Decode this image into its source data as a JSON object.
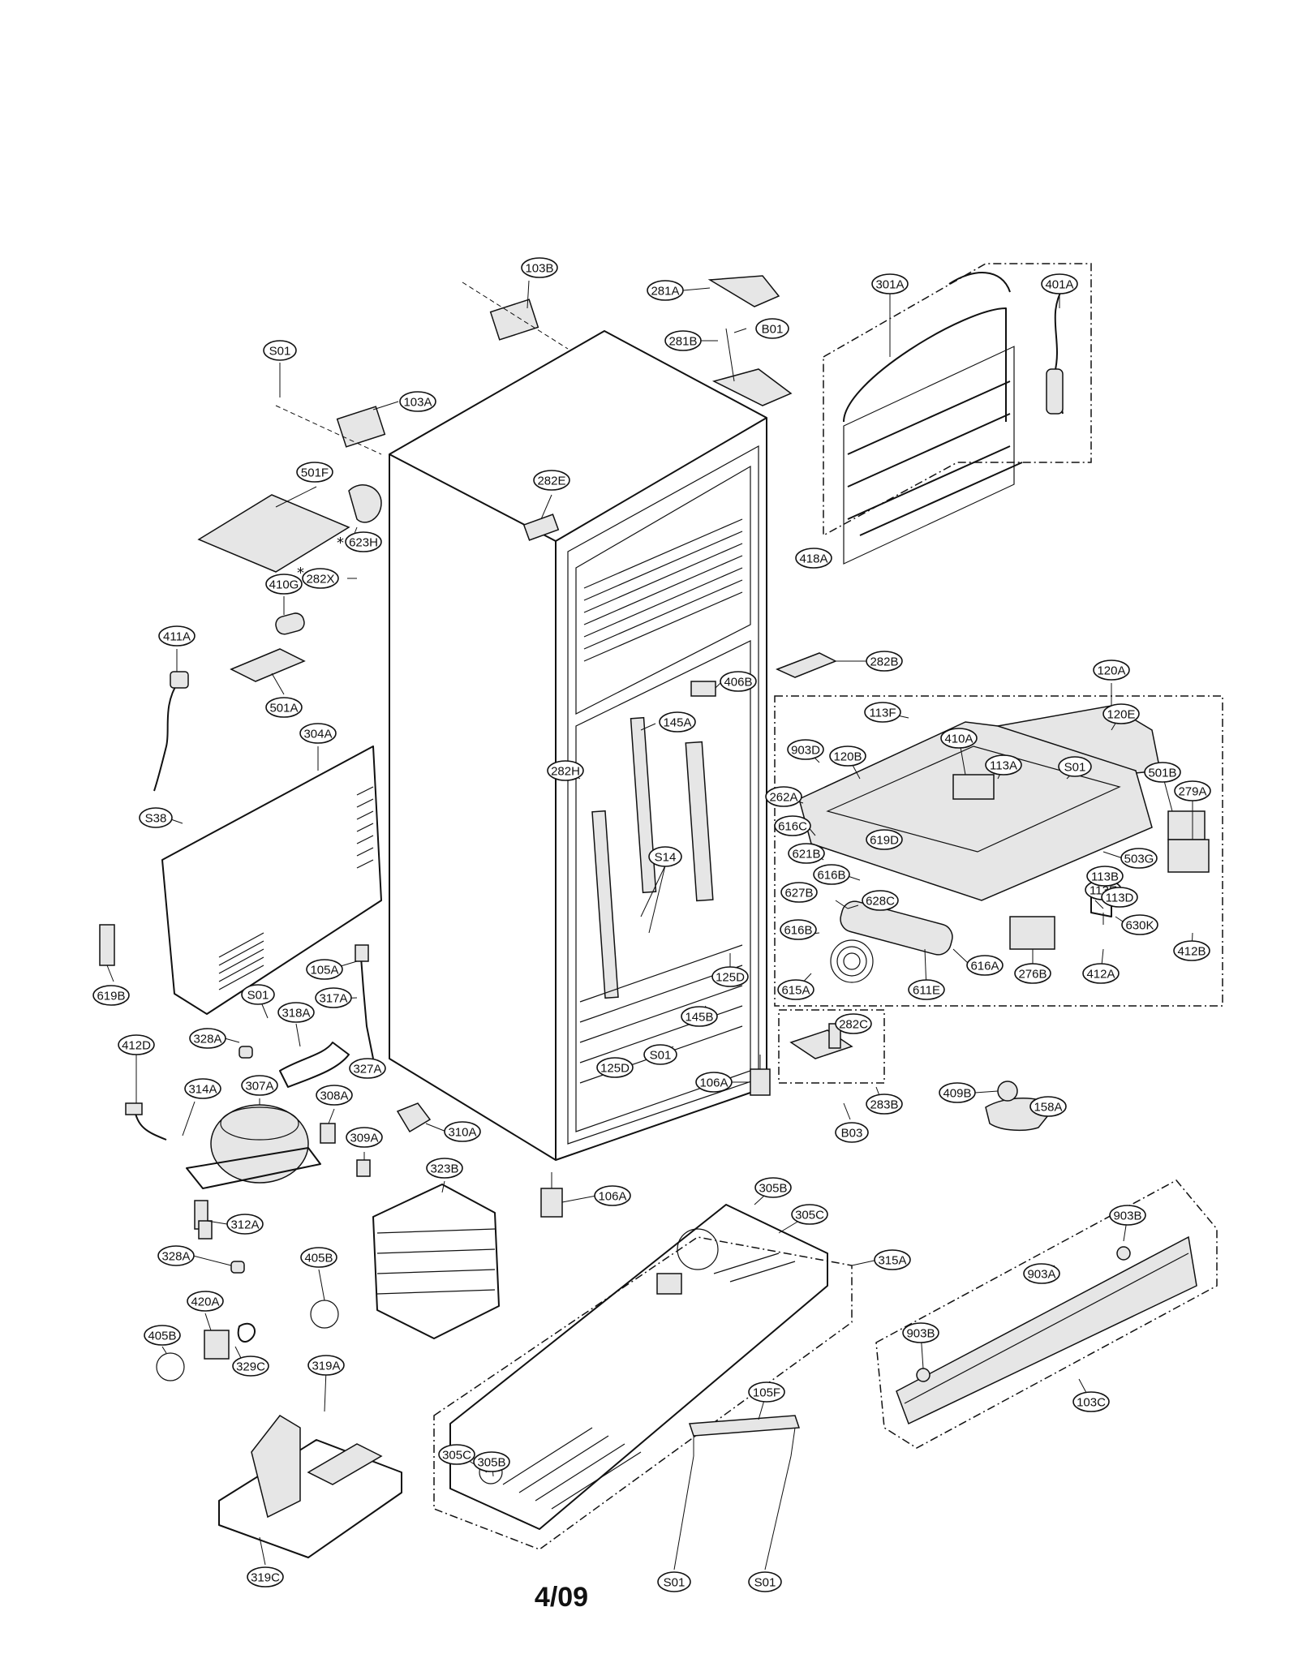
{
  "page_number": "4/09",
  "markers": {
    "asterisk": "*"
  },
  "callouts": [
    {
      "id": "103B",
      "label": "103B"
    },
    {
      "id": "281A",
      "label": "281A"
    },
    {
      "id": "301A",
      "label": "301A"
    },
    {
      "id": "401A",
      "label": "401A"
    },
    {
      "id": "S01-a",
      "label": "S01"
    },
    {
      "id": "281B",
      "label": "281B"
    },
    {
      "id": "B01",
      "label": "B01"
    },
    {
      "id": "103A",
      "label": "103A"
    },
    {
      "id": "501F",
      "label": "501F"
    },
    {
      "id": "282E",
      "label": "282E"
    },
    {
      "id": "623H",
      "label": "623H"
    },
    {
      "id": "282X",
      "label": "282X"
    },
    {
      "id": "418A",
      "label": "418A"
    },
    {
      "id": "410G",
      "label": "410G"
    },
    {
      "id": "411A",
      "label": "411A"
    },
    {
      "id": "501A",
      "label": "501A"
    },
    {
      "id": "282B",
      "label": "282B"
    },
    {
      "id": "120A",
      "label": "120A"
    },
    {
      "id": "406B",
      "label": "406B"
    },
    {
      "id": "304A",
      "label": "304A"
    },
    {
      "id": "113F",
      "label": "113F"
    },
    {
      "id": "145A",
      "label": "145A"
    },
    {
      "id": "410A",
      "label": "410A"
    },
    {
      "id": "120E",
      "label": "120E"
    },
    {
      "id": "903D",
      "label": "903D"
    },
    {
      "id": "120B",
      "label": "120B"
    },
    {
      "id": "282H",
      "label": "282H"
    },
    {
      "id": "113A",
      "label": "113A"
    },
    {
      "id": "S01-b",
      "label": "S01"
    },
    {
      "id": "501B",
      "label": "501B"
    },
    {
      "id": "262A",
      "label": "262A"
    },
    {
      "id": "279A",
      "label": "279A"
    },
    {
      "id": "S38",
      "label": "S38"
    },
    {
      "id": "616C",
      "label": "616C"
    },
    {
      "id": "619D",
      "label": "619D"
    },
    {
      "id": "621B",
      "label": "621B"
    },
    {
      "id": "503G",
      "label": "503G"
    },
    {
      "id": "616B",
      "label": "616B"
    },
    {
      "id": "S14",
      "label": "S14"
    },
    {
      "id": "113E",
      "label": "113E"
    },
    {
      "id": "113B",
      "label": "113B"
    },
    {
      "id": "627B",
      "label": "627B"
    },
    {
      "id": "628C",
      "label": "628C"
    },
    {
      "id": "113D",
      "label": "113D"
    },
    {
      "id": "630K",
      "label": "630K"
    },
    {
      "id": "616B-b",
      "label": "616B"
    },
    {
      "id": "619B",
      "label": "619B"
    },
    {
      "id": "105A",
      "label": "105A"
    },
    {
      "id": "125D-a",
      "label": "125D"
    },
    {
      "id": "616A",
      "label": "616A"
    },
    {
      "id": "276B",
      "label": "276B"
    },
    {
      "id": "412A",
      "label": "412A"
    },
    {
      "id": "412B",
      "label": "412B"
    },
    {
      "id": "S01-c",
      "label": "S01"
    },
    {
      "id": "317A",
      "label": "317A"
    },
    {
      "id": "615A",
      "label": "615A"
    },
    {
      "id": "611E",
      "label": "611E"
    },
    {
      "id": "318A",
      "label": "318A"
    },
    {
      "id": "145B",
      "label": "145B"
    },
    {
      "id": "282C",
      "label": "282C"
    },
    {
      "id": "412D",
      "label": "412D"
    },
    {
      "id": "328A-a",
      "label": "328A"
    },
    {
      "id": "S01-d",
      "label": "S01"
    },
    {
      "id": "327A",
      "label": "327A"
    },
    {
      "id": "125D-b",
      "label": "125D"
    },
    {
      "id": "106A-a",
      "label": "106A"
    },
    {
      "id": "314A",
      "label": "314A"
    },
    {
      "id": "307A",
      "label": "307A"
    },
    {
      "id": "308A",
      "label": "308A"
    },
    {
      "id": "409B",
      "label": "409B"
    },
    {
      "id": "283B",
      "label": "283B"
    },
    {
      "id": "158A",
      "label": "158A"
    },
    {
      "id": "309A",
      "label": "309A"
    },
    {
      "id": "310A",
      "label": "310A"
    },
    {
      "id": "B03",
      "label": "B03"
    },
    {
      "id": "323B",
      "label": "323B"
    },
    {
      "id": "106A-b",
      "label": "106A"
    },
    {
      "id": "305B",
      "label": "305B"
    },
    {
      "id": "305C",
      "label": "305C"
    },
    {
      "id": "903B-a",
      "label": "903B"
    },
    {
      "id": "312A",
      "label": "312A"
    },
    {
      "id": "315A",
      "label": "315A"
    },
    {
      "id": "328A-b",
      "label": "328A"
    },
    {
      "id": "405B-a",
      "label": "405B"
    },
    {
      "id": "903A",
      "label": "903A"
    },
    {
      "id": "420A",
      "label": "420A"
    },
    {
      "id": "405B-b",
      "label": "405B"
    },
    {
      "id": "329C",
      "label": "329C"
    },
    {
      "id": "903B-b",
      "label": "903B"
    },
    {
      "id": "319A",
      "label": "319A"
    },
    {
      "id": "105F",
      "label": "105F"
    },
    {
      "id": "103C",
      "label": "103C"
    },
    {
      "id": "305C-b",
      "label": "305C"
    },
    {
      "id": "305B-b",
      "label": "305B"
    },
    {
      "id": "319C",
      "label": "319C"
    },
    {
      "id": "S01-e",
      "label": "S01"
    },
    {
      "id": "S01-f",
      "label": "S01"
    }
  ]
}
